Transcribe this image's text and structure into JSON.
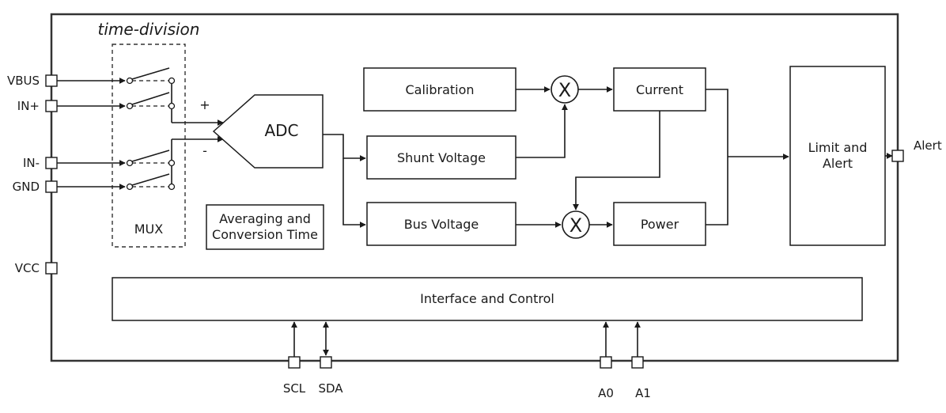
{
  "diagram": {
    "mux_note": "time-division",
    "blocks": {
      "mux": "MUX",
      "adc": "ADC",
      "calibration": "Calibration",
      "shunt_voltage": "Shunt Voltage",
      "bus_voltage": "Bus Voltage",
      "current": "Current",
      "power": "Power",
      "limit_line1": "Limit and",
      "limit_line2": "Alert",
      "avg_line1": "Averaging and",
      "avg_line2": "Conversion Time",
      "interface": "Interface and Control"
    },
    "multiplier_symbol": "X",
    "adc_plus": "+",
    "adc_minus": "-",
    "pins": {
      "vbus": "VBUS",
      "in_plus": "IN+",
      "in_minus": "IN-",
      "gnd": "GND",
      "vcc": "VCC",
      "alert": "Alert",
      "scl": "SCL",
      "sda": "SDA",
      "a0": "A0",
      "a1": "A1"
    }
  }
}
